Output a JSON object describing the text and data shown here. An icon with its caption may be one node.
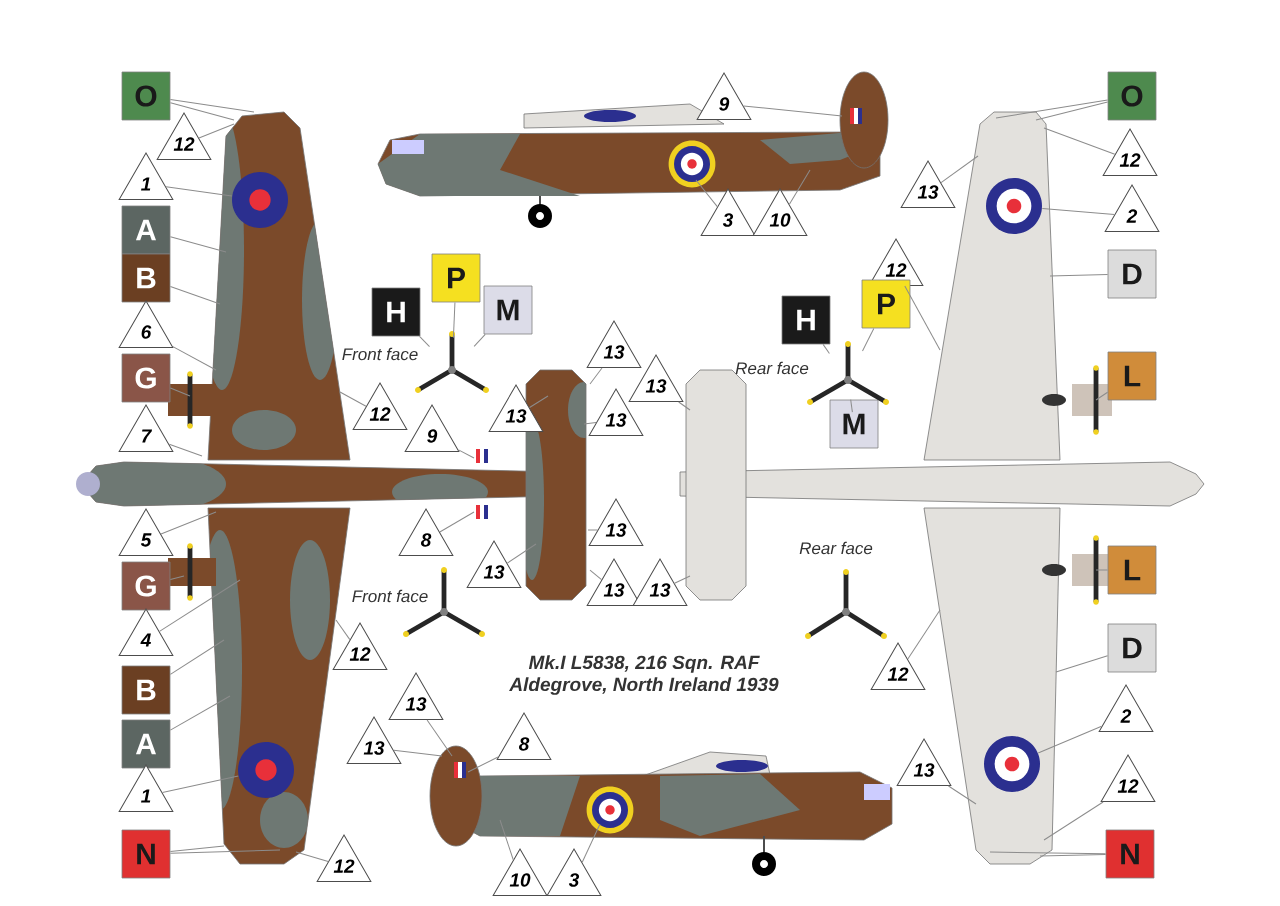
{
  "diagram": {
    "nodes": [
      {
        "text": [
          "O"
        ]
      },
      {
        "text": [
          "9"
        ]
      },
      {
        "text": [
          "O"
        ]
      },
      {
        "text": [
          "12"
        ]
      },
      {
        "text": [
          "12"
        ]
      },
      {
        "text": [
          "1"
        ]
      },
      {
        "text": [
          "13"
        ]
      },
      {
        "text": [
          "3"
        ]
      },
      {
        "text": [
          "10"
        ]
      },
      {
        "text": [
          "2"
        ]
      },
      {
        "text": [
          "A"
        ]
      },
      {
        "text": [
          "B"
        ]
      },
      {
        "text": [
          "12"
        ]
      },
      {
        "text": [
          "D"
        ]
      },
      {
        "text": [
          "P"
        ]
      },
      {
        "text": [
          "H"
        ]
      },
      {
        "text": [
          "M"
        ]
      },
      {
        "text": [
          "P"
        ]
      },
      {
        "text": [
          "H"
        ]
      },
      {
        "text": [
          "6"
        ]
      },
      {
        "text": [
          "13"
        ]
      },
      {
        "text": [
          "L"
        ]
      },
      {
        "text": [
          "G"
        ]
      },
      {
        "text": [
          "13"
        ]
      },
      {
        "text": [
          "12"
        ]
      },
      {
        "text": [
          "M"
        ]
      },
      {
        "text": [
          "13"
        ]
      },
      {
        "text": [
          "13"
        ]
      },
      {
        "text": [
          "7"
        ]
      },
      {
        "text": [
          "9"
        ]
      },
      {
        "text": [
          "5"
        ]
      },
      {
        "text": [
          "8"
        ]
      },
      {
        "text": [
          "13"
        ]
      },
      {
        "text": [
          "13"
        ]
      },
      {
        "text": [
          "L"
        ]
      },
      {
        "text": [
          "G"
        ]
      },
      {
        "text": [
          "13"
        ]
      },
      {
        "text": [
          "13"
        ]
      },
      {
        "text": [
          "4"
        ]
      },
      {
        "text": [
          "D"
        ]
      },
      {
        "text": [
          "12"
        ]
      },
      {
        "text": [
          "12"
        ]
      },
      {
        "text": [
          "B"
        ]
      },
      {
        "text": [
          "13"
        ]
      },
      {
        "text": [
          "2"
        ]
      },
      {
        "text": [
          "A"
        ]
      },
      {
        "text": [
          "13"
        ]
      },
      {
        "text": [
          "8"
        ]
      },
      {
        "text": [
          "13"
        ]
      },
      {
        "text": [
          "12"
        ]
      },
      {
        "text": [
          "1"
        ]
      },
      {
        "text": [
          "N"
        ]
      },
      {
        "text": [
          "N"
        ]
      },
      {
        "text": [
          "12"
        ]
      },
      {
        "text": [
          "10"
        ]
      },
      {
        "text": [
          "3"
        ]
      },
      {
        "text": [],
        "shape": "circle"
      },
      {
        "text": [],
        "shape": "circle"
      },
      {
        "text": [],
        "shape": "circle"
      },
      {
        "text": [],
        "shape": "circle"
      },
      {
        "text": [],
        "shape": "picture"
      },
      {
        "text": [],
        "shape": "picture"
      }
    ],
    "edges": [
      {
        "from": 0,
        "to": null,
        "arrow": "none"
      },
      {
        "from": 0,
        "to": null,
        "arrow": "none"
      },
      {
        "from": 1,
        "to": null,
        "arrow": "none"
      },
      {
        "from": 2,
        "to": null,
        "arrow": "none"
      },
      {
        "from": 2,
        "to": null,
        "arrow": "none"
      },
      {
        "from": 3,
        "to": null,
        "arrow": "none"
      },
      {
        "from": 4,
        "to": null,
        "arrow": "none"
      },
      {
        "from": 5,
        "to": 56,
        "arrow": "none"
      },
      {
        "from": 6,
        "to": null,
        "arrow": "none"
      },
      {
        "from": 7,
        "to": null,
        "arrow": "none"
      },
      {
        "from": 8,
        "to": null,
        "arrow": "none"
      },
      {
        "from": 9,
        "to": 57,
        "arrow": "none"
      },
      {
        "from": 10,
        "to": null,
        "arrow": "none"
      },
      {
        "from": 11,
        "to": null,
        "arrow": "none"
      },
      {
        "from": 12,
        "to": null,
        "arrow": "none"
      },
      {
        "from": 13,
        "to": null,
        "arrow": "none"
      },
      {
        "from": 14,
        "to": 60,
        "arrow": "none"
      },
      {
        "from": 15,
        "to": 60,
        "arrow": "none"
      },
      {
        "from": 16,
        "to": 60,
        "arrow": "none"
      },
      {
        "from": 17,
        "to": 61,
        "arrow": "none"
      },
      {
        "from": 18,
        "to": 61,
        "arrow": "none"
      },
      {
        "from": 19,
        "to": null,
        "arrow": "none"
      },
      {
        "from": 20,
        "to": null,
        "arrow": "none"
      },
      {
        "from": 21,
        "to": null,
        "arrow": "none"
      },
      {
        "from": 22,
        "to": null,
        "arrow": "none"
      },
      {
        "from": 23,
        "to": null,
        "arrow": "none"
      },
      {
        "from": 24,
        "to": null,
        "arrow": "none"
      },
      {
        "from": 25,
        "to": 61,
        "arrow": "none"
      },
      {
        "from": 26,
        "to": null,
        "arrow": "none"
      },
      {
        "from": 27,
        "to": null,
        "arrow": "none"
      },
      {
        "from": 28,
        "to": null,
        "arrow": "none"
      },
      {
        "from": 29,
        "to": null,
        "arrow": "none"
      },
      {
        "from": 30,
        "to": null,
        "arrow": "none"
      },
      {
        "from": 31,
        "to": null,
        "arrow": "none"
      },
      {
        "from": 32,
        "to": null,
        "arrow": "none"
      },
      {
        "from": 33,
        "to": null,
        "arrow": "none"
      },
      {
        "from": 34,
        "to": null,
        "arrow": "none"
      },
      {
        "from": 35,
        "to": null,
        "arrow": "none"
      },
      {
        "from": 36,
        "to": null,
        "arrow": "none"
      },
      {
        "from": 37,
        "to": null,
        "arrow": "none"
      },
      {
        "from": 38,
        "to": null,
        "arrow": "none"
      },
      {
        "from": 39,
        "to": null,
        "arrow": "none"
      },
      {
        "from": 40,
        "to": null,
        "arrow": "none"
      },
      {
        "from": 41,
        "to": null,
        "arrow": "none"
      },
      {
        "from": 42,
        "to": null,
        "arrow": "none"
      },
      {
        "from": 43,
        "to": null,
        "arrow": "none"
      },
      {
        "from": 44,
        "to": 58,
        "arrow": "none"
      },
      {
        "from": 45,
        "to": null,
        "arrow": "none"
      },
      {
        "from": 46,
        "to": null,
        "arrow": "none"
      },
      {
        "from": 47,
        "to": null,
        "arrow": "none"
      },
      {
        "from": 48,
        "to": null,
        "arrow": "none"
      },
      {
        "from": 49,
        "to": null,
        "arrow": "none"
      },
      {
        "from": 50,
        "to": 59,
        "arrow": "none"
      },
      {
        "from": 51,
        "to": null,
        "arrow": "none"
      },
      {
        "from": 51,
        "to": null,
        "arrow": "none"
      },
      {
        "from": 52,
        "to": null,
        "arrow": "none"
      },
      {
        "from": 52,
        "to": null,
        "arrow": "none"
      },
      {
        "from": 53,
        "to": null,
        "arrow": "none"
      },
      {
        "from": 54,
        "to": null,
        "arrow": "none"
      },
      {
        "from": 55,
        "to": null,
        "arrow": "none"
      }
    ],
    "labels": [
      "Front face",
      "Rear face",
      "Rear face",
      "Front face",
      "Mk.I L5838,  216 Sqn. RAF",
      "Aldegrove, North Ireland 1939"
    ]
  }
}
